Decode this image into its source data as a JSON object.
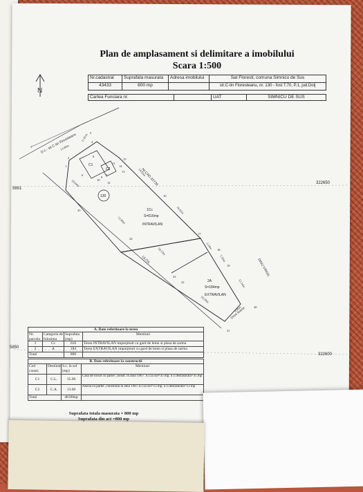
{
  "document": {
    "title_line1": "Plan de amplasament si delimitare a imobilului",
    "title_line2": "Scara 1:500",
    "north_label": "N",
    "header": {
      "nr_cadastral_label": "Nr.cadastral",
      "nr_cadastral": "43433",
      "suprafata_label": "Suprafata masurata",
      "suprafata": "800 mp",
      "adresa_label": "Adresa imobilului",
      "adresa_line1": "Sat Floresti, comuna Simnicu de Sus",
      "adresa_line2": "str.C-tin Floresteanu, nr. 130 - fost T.70, P.1, jud.Dolj",
      "carte_funciara_label": "Cartea Funciara nr.",
      "uat_label": "UAT",
      "uat": "SIMNICU DE SUS"
    },
    "coords": {
      "left_top": "5851",
      "left_bottom": "5850",
      "right_top": "322650",
      "right_bottom": "322600"
    },
    "plan_labels": {
      "road_name": "D.c.- str.C-tin Floresteanu",
      "lot_number": "130",
      "mr_cad": "Nr.CAD.32739",
      "parcel_1": [
        "1Cc",
        "S=616mp",
        "INTRAVILAN"
      ],
      "parcel_2": [
        "2A",
        "S=184mp",
        "EXTRAVILAN"
      ],
      "ulita": "ULITA",
      "neighbor_right": "DINU VIRGIL",
      "neighbor_bottom": "Oros Ioana",
      "c1": "C1",
      "c2": "C2",
      "points": [
        "1",
        "2",
        "3",
        "4",
        "5",
        "6",
        "7",
        "8",
        "9",
        "10",
        "11",
        "12",
        "13",
        "14",
        "15",
        "16",
        "17",
        "18",
        "19",
        "20",
        "21",
        "22",
        "23",
        "24",
        "25"
      ],
      "distances": [
        "11.81m",
        "13.80m",
        "14.82m",
        "18.42m",
        "18.04m",
        "12.80m",
        "18.33m",
        "3.34m",
        "5.50m",
        "12.14m",
        "9.86m",
        "18.59m"
      ]
    },
    "table_a": {
      "title": "A. Date referitoare la teren",
      "headers": [
        "Nr. parcela",
        "Categoria de folosinta",
        "Suprafata (mp)",
        "Mentiuni"
      ],
      "rows": [
        [
          "1",
          "Cc",
          "616",
          "Teren INTRAVILAN imprejmuit cu gard de lemn si plasa de sarma"
        ],
        [
          "2",
          "A",
          "184",
          "Teren EXTRAVILAN imprejmuit cu gard de lemn si plasa de sarma"
        ],
        [
          "Total",
          "",
          "800",
          ""
        ]
      ]
    },
    "table_b": {
      "title": "B. Date referitoare la constructii",
      "headers": [
        "Cod constr.",
        "Destinatia",
        "S.c. la sol (mp)",
        "Mentiuni"
      ],
      "rows": [
        [
          "C1",
          "C.L.",
          "35.00",
          "Casa de locuit cu parter ,constr. in anul 1967. S.c.la sol=35 mp, S.c.desfasurata=35 mp"
        ],
        [
          "C2",
          "C.A.",
          "13.00",
          "Anexa cu parter ,construita in anul 1967.S.c.la sol=13 mp, S.c.desfasurata=13 mp"
        ],
        [
          "Total",
          "",
          "48.00mp",
          ""
        ]
      ]
    },
    "totals": {
      "line1": "Suprafata totala masurata = 800 mp",
      "line2": "Suprafata din act =800 mp"
    }
  },
  "colors": {
    "carpet": "#b5553c",
    "paper": "#f5f5f2",
    "ink": "#222222"
  }
}
